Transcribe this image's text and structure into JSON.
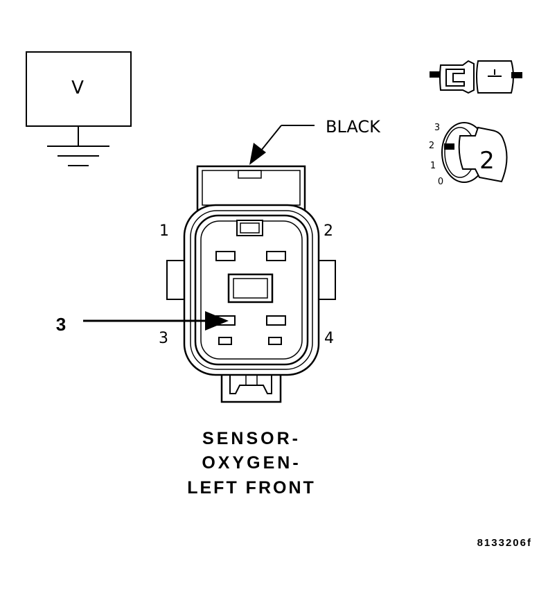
{
  "meter": {
    "label": "V"
  },
  "wire_color": "BLACK",
  "pins": {
    "p1": "1",
    "p2": "2",
    "p3": "3",
    "p4": "4"
  },
  "callout": {
    "number": "3"
  },
  "ignition": {
    "positions": [
      "3",
      "2",
      "1",
      "0"
    ],
    "key_position": "2"
  },
  "component_name": {
    "line1": "SENSOR-",
    "line2": "OXYGEN-",
    "line3": "LEFT FRONT"
  },
  "figure_id": "8133206f",
  "colors": {
    "ink": "#000000",
    "background": "#ffffff"
  }
}
